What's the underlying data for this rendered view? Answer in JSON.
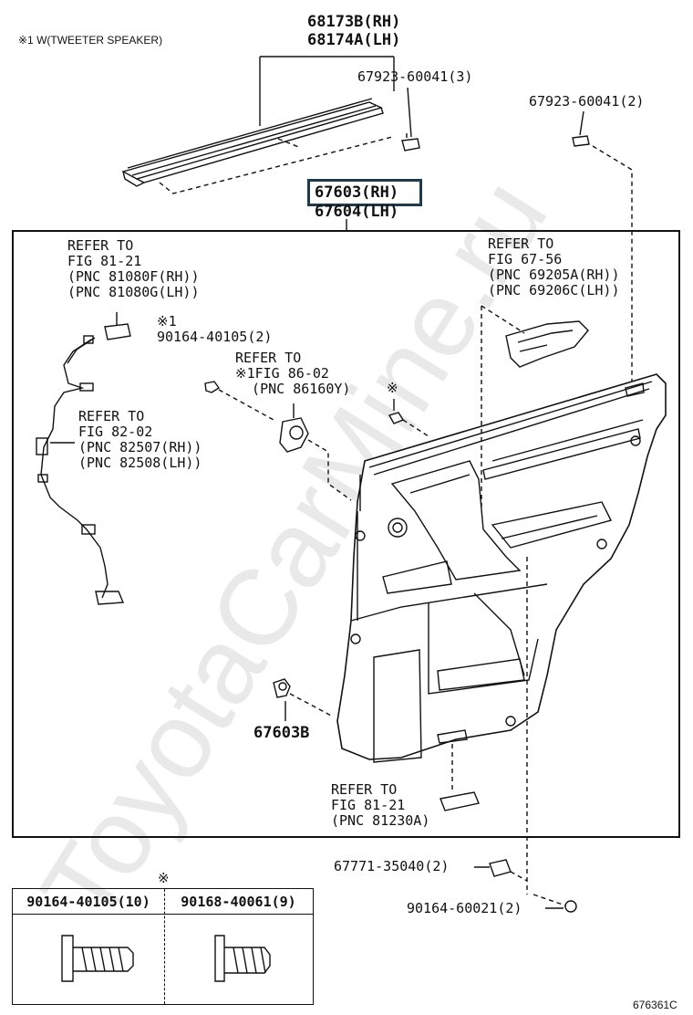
{
  "note": "※1 W(TWEETER SPEAKER)",
  "labels": {
    "p68173": "68173B(RH)",
    "p68174": "68174A(LH)",
    "clip3": "67923-60041(3)",
    "clip2": "67923-60041(2)",
    "rh": "67603(RH)",
    "lh": "67604(LH)",
    "ref1": "REFER TO\nFIG 81-21\n(PNC 81080F(RH))\n(PNC 81080G(LH))",
    "ref2": "REFER TO\nFIG 67-56\n(PNC 69205A(RH))\n(PNC 69206C(LH))",
    "screw1": "※1\n90164-40105(2)",
    "ref3": "REFER TO\n※1FIG 86-02\n  (PNC 86160Y)",
    "mark": "※",
    "ref4": "REFER TO\nFIG 82-02\n(PNC 82507(RH))\n(PNC 82508(LH))",
    "p67603b": "67603B",
    "ref5": "REFER TO\nFIG 81-21\n(PNC 81230A)",
    "p67771": "67771-35040(2)",
    "p90164b": "90164-60021(2)",
    "legend_mark": "※",
    "legend_left": "90164-40105(10)",
    "legend_right": "90168-40061(9)",
    "code": "676361C"
  },
  "watermark": "ToyotaCarMine.ru"
}
